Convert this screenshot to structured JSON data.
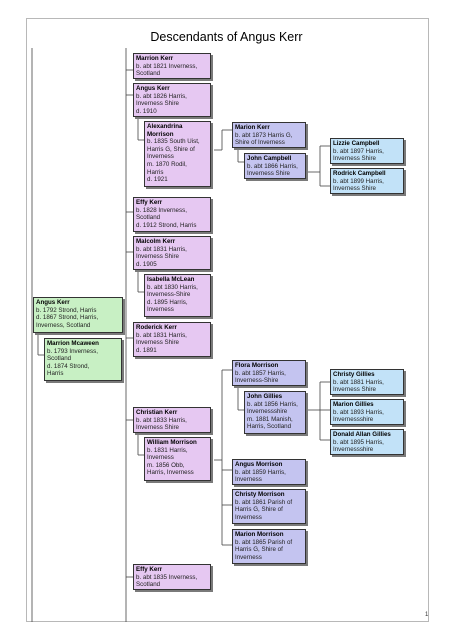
{
  "title": "Descendants of Angus Kerr",
  "page_number": "1",
  "people": {
    "angus_kerr_root": {
      "name": "Angus Kerr",
      "lines": [
        "b. 1792 Strond, Harris",
        "d. 1867 Strond, Harris,",
        "Inverness, Scotland"
      ]
    },
    "marrion_mcaween": {
      "name": "Marrion Mcaween",
      "lines": [
        "b. 1793 Inverness,",
        "Scotland",
        "d. 1874 Strond,",
        "Harris"
      ]
    },
    "marrion_kerr": {
      "name": "Marrion Kerr",
      "lines": [
        "b. abt 1821 Inverness,",
        "Scotland"
      ]
    },
    "angus_kerr": {
      "name": "Angus Kerr",
      "lines": [
        "b. abt 1826 Harris,",
        "Inverness Shire",
        "d. 1910"
      ]
    },
    "alexandrina_morrison": {
      "name": "Alexandrina",
      "name2": "Morrison",
      "lines": [
        "b. 1835 South Uist,",
        "Harris G, Shire of",
        "Inverness",
        "m. 1870 Rodil,",
        "Harris",
        "d. 1921"
      ]
    },
    "effy_kerr_1828": {
      "name": "Effy Kerr",
      "lines": [
        "b. 1828 Inverness,",
        "Scotland",
        "d. 1912 Strond, Harris"
      ]
    },
    "malcolm_kerr": {
      "name": "Malcolm Kerr",
      "lines": [
        "b. abt 1831 Harris,",
        "Inverness Shire",
        "d. 1905"
      ]
    },
    "isabella_mclean": {
      "name": "Isabella McLean",
      "lines": [
        "b. abt 1830 Harris,",
        "Inverness-Shire",
        "d. 1895 Harris,",
        "Inverness"
      ]
    },
    "roderick_kerr": {
      "name": "Roderick Kerr",
      "lines": [
        "b. abt 1831 Harris,",
        "Inverness Shire",
        "d. 1891"
      ]
    },
    "christian_kerr": {
      "name": "Christian Kerr",
      "lines": [
        "b. abt 1833 Harris,",
        "Inverness Shire"
      ]
    },
    "william_morrison": {
      "name": "William Morrison",
      "lines": [
        "b. 1831 Harris,",
        "Inverness",
        "m. 1856 Obb,",
        "Harris, Inverness"
      ]
    },
    "effy_kerr_1835": {
      "name": "Effy Kerr",
      "lines": [
        "b. abt 1835 Inverness,",
        "Scotland"
      ]
    },
    "marion_kerr": {
      "name": "Marion Kerr",
      "lines": [
        "b. abt 1873 Harris G,",
        "Shire of Inverness"
      ]
    },
    "john_campbell": {
      "name": "John Campbell",
      "lines": [
        "b. abt 1866 Harris,",
        "Inverness Shire"
      ]
    },
    "lizzie_campbell": {
      "name": "Lizzie Campbell",
      "lines": [
        "b. abt 1897 Harris,",
        "Inverness Shire"
      ]
    },
    "rodrick_campbell": {
      "name": "Rodrick Campbell",
      "lines": [
        "b. abt 1899 Harris,",
        "Inverness Shire"
      ]
    },
    "flora_morrison": {
      "name": "Flora Morrison",
      "lines": [
        "b. abt 1857 Harris,",
        "Inverness-Shire"
      ]
    },
    "john_gillies": {
      "name": "John Gillies",
      "lines": [
        "b. abt 1856 Harris,",
        "Invernessshire",
        "m. 1881 Manish,",
        "Harris, Scotland"
      ]
    },
    "christy_gillies": {
      "name": "Christy Gillies",
      "lines": [
        "b. abt 1881 Harris,",
        "Inverness Shire"
      ]
    },
    "marion_gillies": {
      "name": "Marion Gillies",
      "lines": [
        "b. abt 1893 Harris,",
        "Invernessshire"
      ]
    },
    "donald_allan_gillies": {
      "name": "Donald Allan Gillies",
      "lines": [
        "b. abt 1895 Harris,",
        "Invernessshire"
      ]
    },
    "angus_morrison": {
      "name": "Angus Morrison",
      "lines": [
        "b. abt 1859 Harris,",
        "Inverness"
      ]
    },
    "christy_morrison": {
      "name": "Christy Morrison",
      "lines": [
        "b. abt 1861 Parish of",
        "Harris G, Shire of",
        "Inverness"
      ]
    },
    "marion_morrison": {
      "name": "Marion Morrison",
      "lines": [
        "b. abt 1865 Parish of",
        "Harris G, Shire of",
        "Inverness"
      ]
    }
  }
}
